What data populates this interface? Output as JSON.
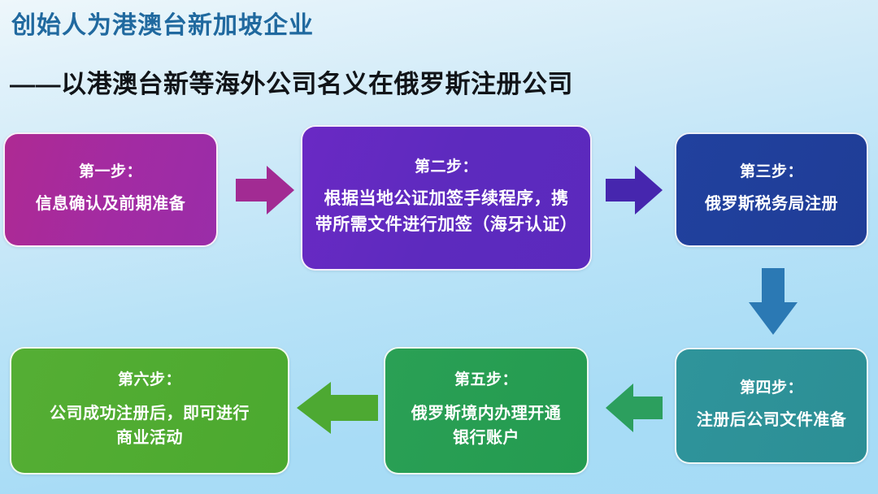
{
  "heading": {
    "title": "创始人为港澳台新加坡企业",
    "subtitle": "——以港澳台新等海外公司名义在俄罗斯注册公司",
    "title_color": "#20699F",
    "subtitle_color": "#111418"
  },
  "background": {
    "top_color": "#EEF7FB",
    "bottom_color": "#A5DBF6"
  },
  "steps": [
    {
      "id": "step1",
      "head": "第一步：",
      "lines": [
        "信息确认及前期准备"
      ],
      "color": "#A22BA3"
    },
    {
      "id": "step2",
      "head": "第二步：",
      "lines": [
        "根据当地公证加签手续程序，携",
        "带所需文件进行加签（海牙认证）"
      ],
      "color": "#5D2ABE"
    },
    {
      "id": "step3",
      "head": "第三步：",
      "lines": [
        "俄罗斯税务局注册"
      ],
      "color": "#1F3D97"
    },
    {
      "id": "step4",
      "head": "第四步：",
      "lines": [
        "注册后公司文件准备"
      ],
      "color": "#2C8F95"
    },
    {
      "id": "step5",
      "head": "第五步：",
      "lines": [
        "俄罗斯境内办理开通",
        "银行账户"
      ],
      "color": "#249B50"
    },
    {
      "id": "step6",
      "head": "第六步：",
      "lines": [
        "公司成功注册后，即可进行",
        "商业活动"
      ],
      "color": "#4BA92F"
    }
  ],
  "arrows": [
    {
      "id": "arrow1",
      "from": "step1",
      "to": "step2",
      "direction": "right",
      "color": "#A22B93"
    },
    {
      "id": "arrow2",
      "from": "step2",
      "to": "step3",
      "direction": "right",
      "color": "#4626AE"
    },
    {
      "id": "arrow3",
      "from": "step3",
      "to": "step4",
      "direction": "down",
      "color": "#2B79B4"
    },
    {
      "id": "arrow4",
      "from": "step4",
      "to": "step5",
      "direction": "left",
      "color": "#2C9F5E"
    },
    {
      "id": "arrow5",
      "from": "step5",
      "to": "step6",
      "direction": "left",
      "color": "#4DA932"
    }
  ]
}
